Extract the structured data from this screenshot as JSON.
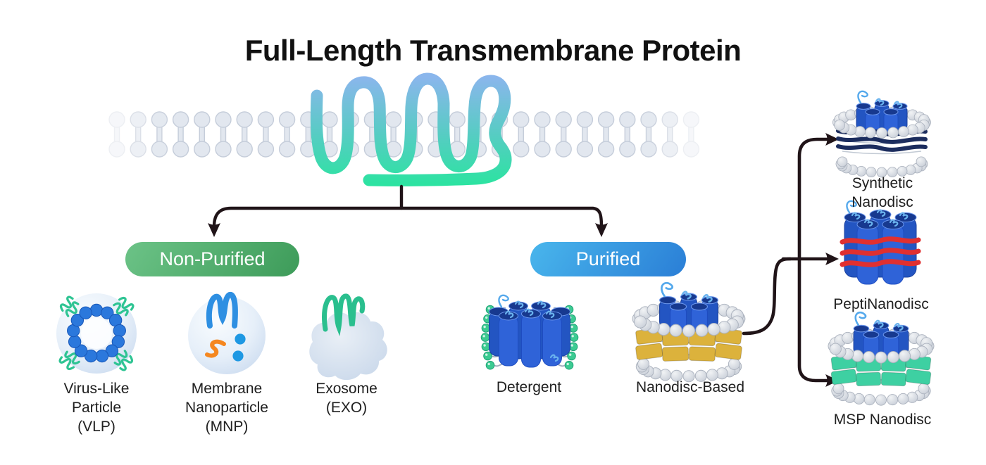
{
  "title": "Full-Length Transmembrane Protein",
  "branches": {
    "non_purified": {
      "label": "Non-Purified"
    },
    "purified": {
      "label": "Purified"
    }
  },
  "non_purified_items": [
    {
      "id": "vlp",
      "label": "Virus-Like\nParticle\n(VLP)"
    },
    {
      "id": "mnp",
      "label": "Membrane\nNanoparticle\n(MNP)"
    },
    {
      "id": "exo",
      "label": "Exosome\n(EXO)"
    }
  ],
  "purified_items": [
    {
      "id": "detergent",
      "label": "Detergent"
    },
    {
      "id": "nanodisc_based",
      "label": "Nanodisc-Based"
    }
  ],
  "nanodisc_types": [
    {
      "id": "synthetic",
      "label": "Synthetic\nNanodisc"
    },
    {
      "id": "pepti",
      "label": "PeptiNanodisc"
    },
    {
      "id": "msp",
      "label": "MSP Nanodisc"
    }
  ],
  "colors": {
    "title_text": "#111111",
    "label_text": "#202020",
    "arrow": "#201418",
    "lipid_fill": "#e2e7ef",
    "lipid_stroke": "#c5cdda",
    "protein_top": "#8ab6ec",
    "protein_mid": "#55cdc2",
    "protein_bottom": "#2ce3a1",
    "np_start": "#6cc387",
    "np_end": "#3d9b59",
    "p_start": "#49b6ec",
    "p_end": "#2a7ed6",
    "vlp_capsid": "#2b78dc",
    "vlp_spike": "#2fc493",
    "mnp_protein": "#2e8fe2",
    "mnp_cargo": "#f5871f",
    "mnp_dot": "#1e98e3",
    "exo_protein": "#2abf8e",
    "detergent_helix": "#2f63d8",
    "detergent_head": "#3ccb92",
    "nanodisc_belt": "#dcb23c",
    "synthetic_belt": "#1c2d5e",
    "pepti_band": "#e03030",
    "msp_belt": "#3ed0a2"
  }
}
